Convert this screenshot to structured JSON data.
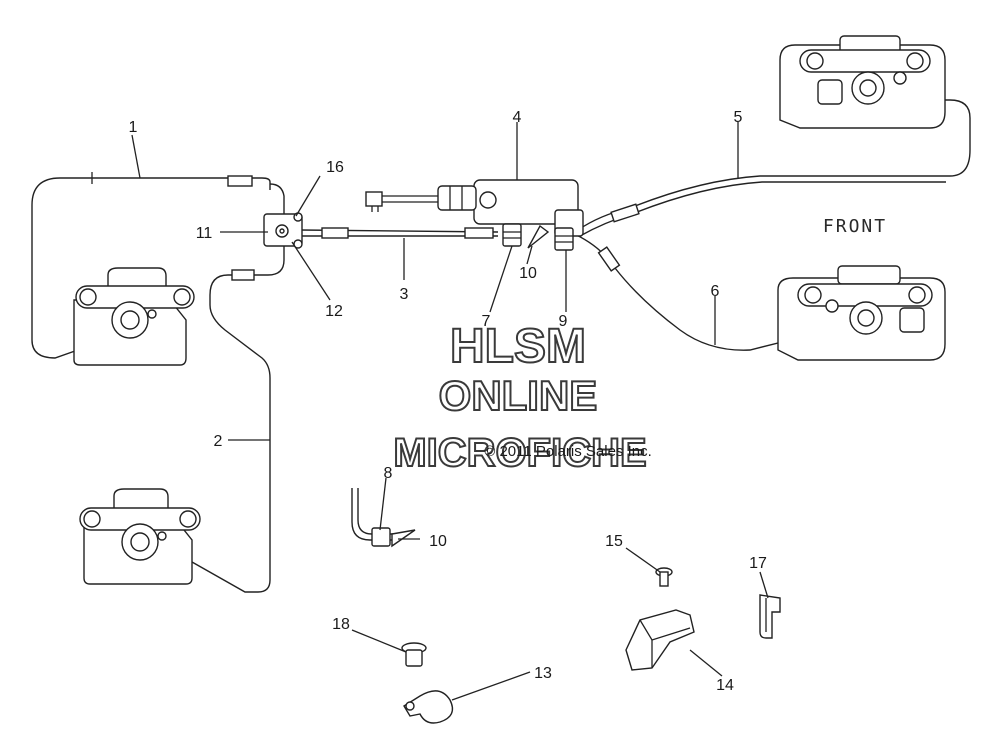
{
  "callouts": {
    "c1": "1",
    "c2": "2",
    "c3": "3",
    "c4": "4",
    "c5": "5",
    "c6": "6",
    "c7": "7",
    "c8": "8",
    "c9": "9",
    "c10a": "10",
    "c10b": "10",
    "c11": "11",
    "c12": "12",
    "c13": "13",
    "c14": "14",
    "c15": "15",
    "c16": "16",
    "c17": "17",
    "c18": "18"
  },
  "front_label": "FRONT",
  "copyright": "© 2011 Polaris Sales Inc.",
  "watermark": {
    "line1": "HLSM",
    "line2": "ONLINE",
    "line3": "MICROFICHE"
  }
}
